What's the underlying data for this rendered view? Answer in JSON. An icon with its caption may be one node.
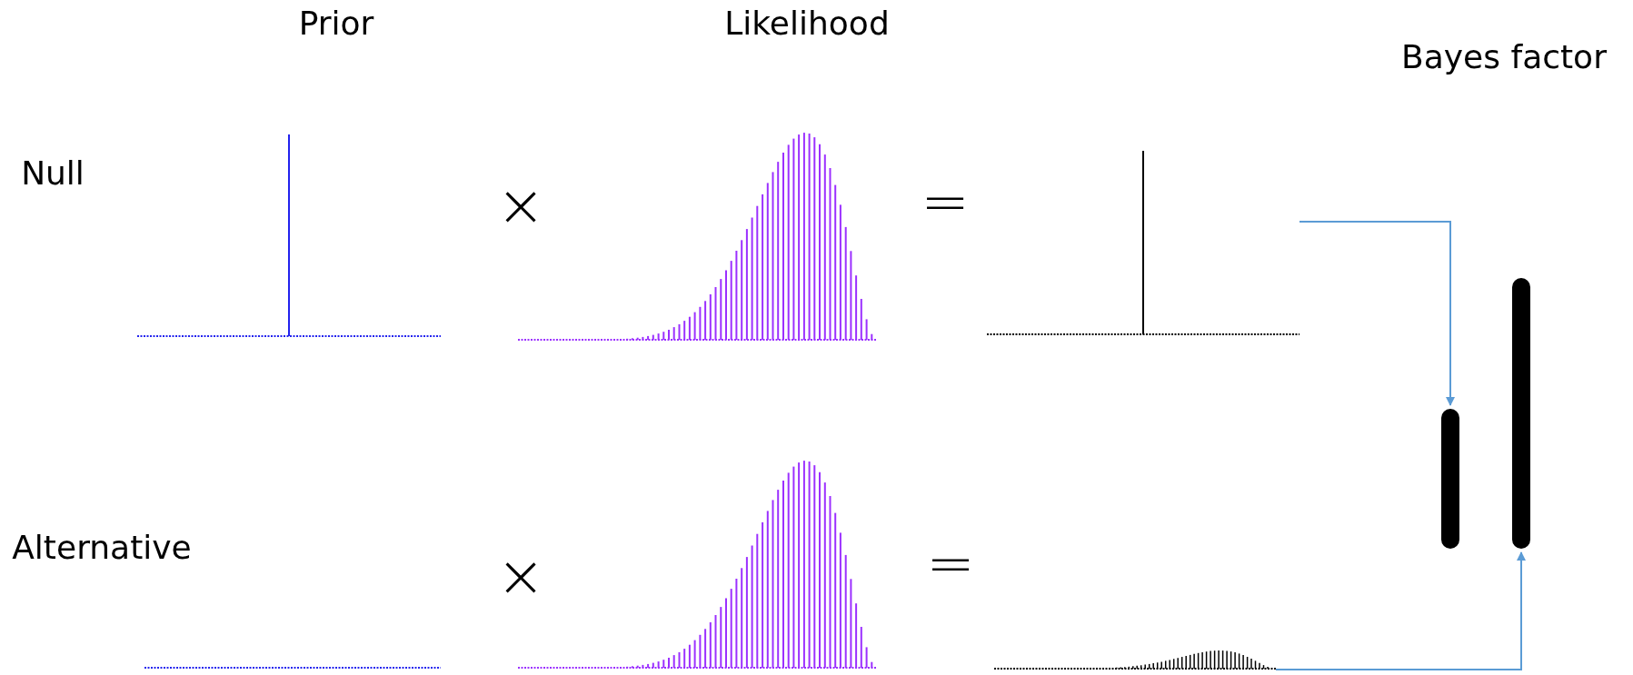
{
  "diagram": {
    "nodes": [
      {
        "text": [],
        "shape": "picture"
      },
      {
        "text": [],
        "shape": "picture"
      },
      {
        "text": [],
        "shape": "picture"
      },
      {
        "text": [],
        "shape": "picture"
      },
      {
        "text": [],
        "shape": "picture"
      },
      {
        "text": [],
        "shape": "picture"
      },
      {
        "text": [],
        "shape": "bar"
      },
      {
        "text": [],
        "shape": "bar"
      }
    ],
    "edges": [
      {
        "from": 2,
        "to": 6,
        "arrow": "to"
      },
      {
        "from": 5,
        "to": 7,
        "arrow": "to"
      }
    ],
    "labels": [
      "Prior",
      "Likelihood",
      "Bayes factor",
      "Null",
      "×",
      "=",
      "Alternative",
      "×",
      "="
    ]
  }
}
